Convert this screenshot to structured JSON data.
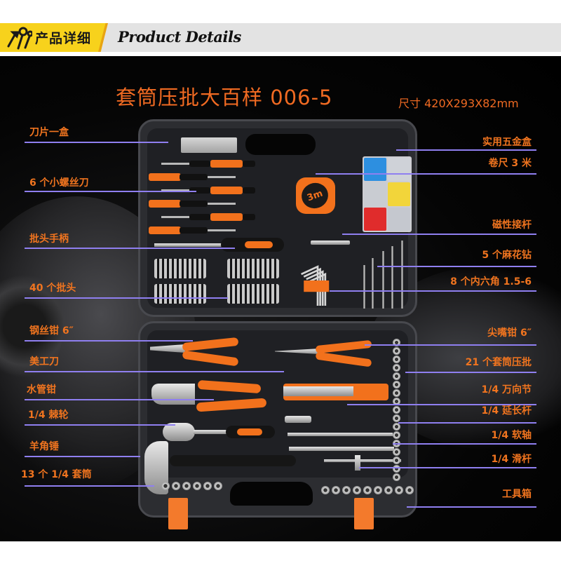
{
  "header": {
    "cn_title": "产品详细",
    "en_title": "Product Details",
    "icon": "tools-icon",
    "colors": {
      "yellow": "#f7d21c",
      "gray_bar": "#e3e3e3"
    }
  },
  "product": {
    "name": "套筒压批大百样 006-5",
    "size": "尺寸 420X293X82mm",
    "accent_color": "#f06a22",
    "leader_color": "#8f7ff0"
  },
  "labels_left": [
    {
      "text": "刀片一盒"
    },
    {
      "text": "6 个小螺丝刀"
    },
    {
      "text": "批头手柄"
    },
    {
      "text": "40 个批头"
    },
    {
      "text": "钢丝钳 6″"
    },
    {
      "text": "美工刀"
    },
    {
      "text": "水管钳"
    },
    {
      "text": "1/4 棘轮"
    },
    {
      "text": "羊角锤"
    },
    {
      "text": "13 个 1/4 套筒"
    }
  ],
  "labels_right": [
    {
      "text": "实用五金盒"
    },
    {
      "text": "卷尺 3 米"
    },
    {
      "text": "磁性接杆"
    },
    {
      "text": "5 个麻花钻"
    },
    {
      "text": "8 个内六角 1.5-6"
    },
    {
      "text": "尖嘴钳 6″"
    },
    {
      "text": "21 个套筒压批"
    },
    {
      "text": "1/4 万向节"
    },
    {
      "text": "1/4  延长杆"
    },
    {
      "text": "1/4 软轴"
    },
    {
      "text": "1/4 滑杆"
    },
    {
      "text": "工具箱"
    }
  ],
  "tape_measure": {
    "marking": "3m"
  }
}
